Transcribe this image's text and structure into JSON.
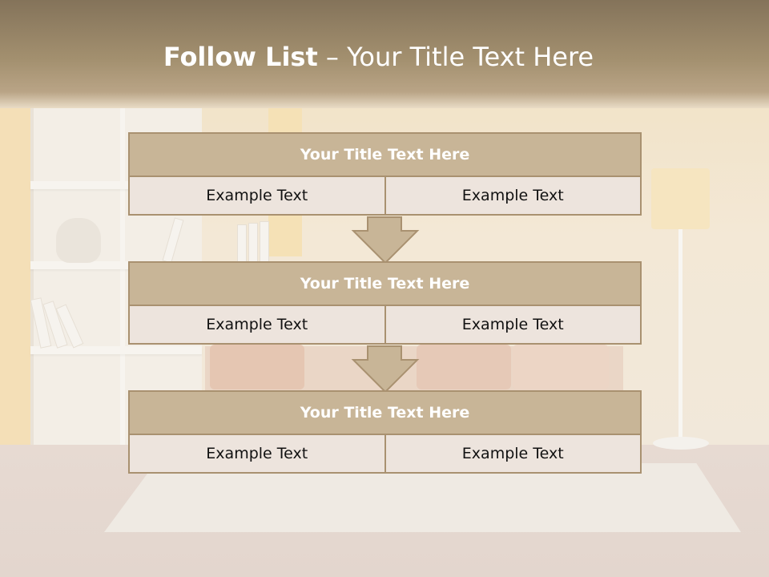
{
  "slide": {
    "title_bold": "Follow List",
    "title_rest": "– Your Title Text Here"
  },
  "steps": [
    {
      "heading": "Your Title Text Here",
      "left": "Example Text",
      "right": "Example Text"
    },
    {
      "heading": "Your Title Text Here",
      "left": "Example Text",
      "right": "Example Text"
    },
    {
      "heading": "Your Title Text Here",
      "left": "Example Text",
      "right": "Example Text"
    }
  ],
  "colors": {
    "header_fill": "#c8b597",
    "border": "#a99170",
    "cell_fill": "#ede4dd",
    "arrow_fill": "#c8b597"
  }
}
